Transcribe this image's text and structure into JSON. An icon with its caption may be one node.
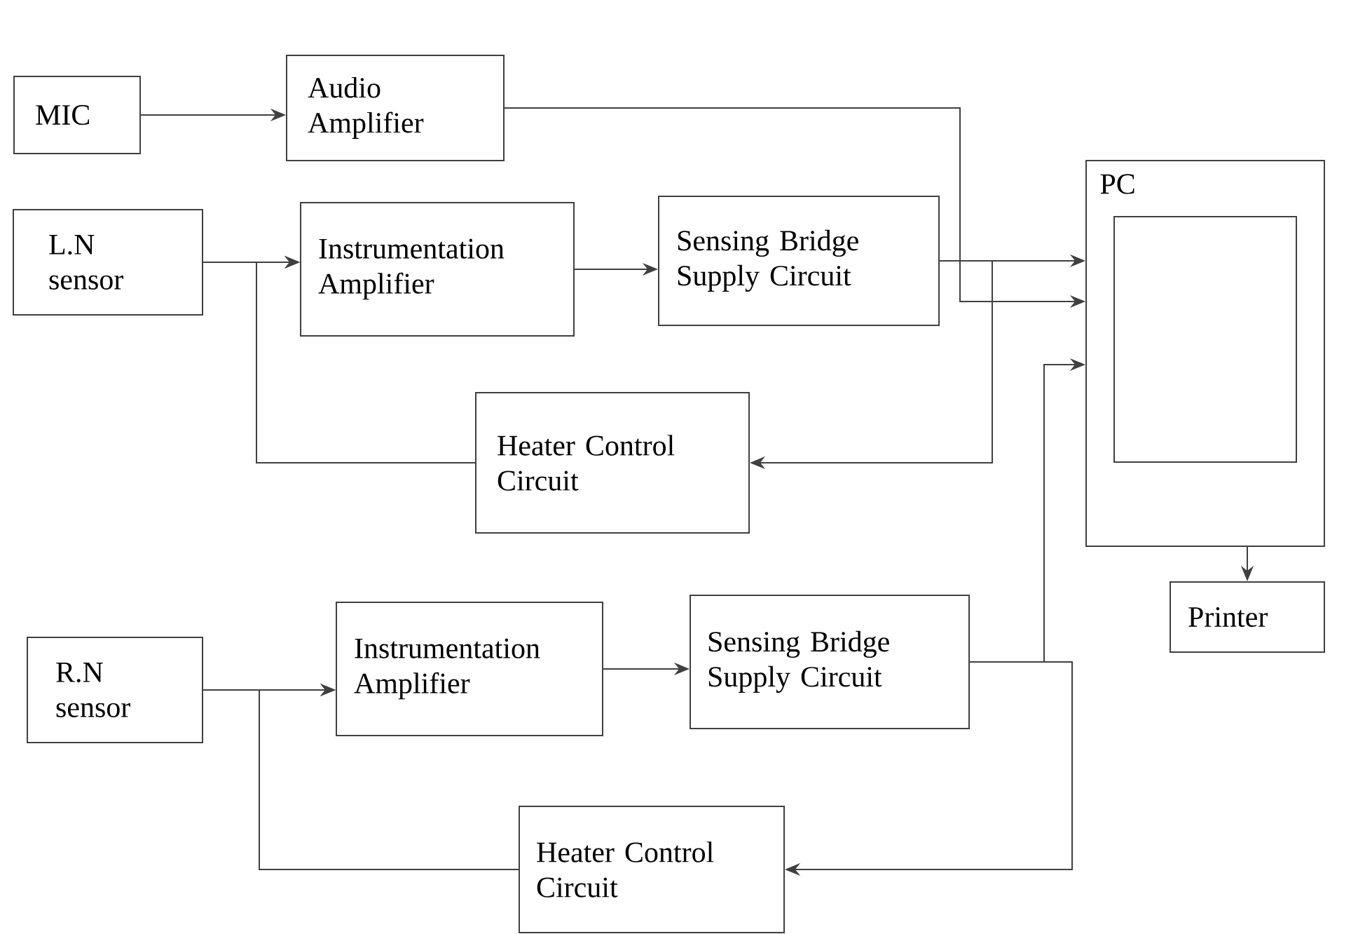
{
  "diagram": {
    "nodes": [
      {
        "text": [
          "MIC"
        ]
      },
      {
        "text": [
          "Audio Amplifier"
        ]
      },
      {
        "text": [
          "L.N sensor"
        ]
      },
      {
        "text": [
          "Instrumentation Amplifier"
        ]
      },
      {
        "text": [
          "Sensing Bridge Supply Circuit"
        ]
      },
      {
        "text": [
          "Heater Control Circuit"
        ]
      },
      {
        "text": [
          "PC"
        ]
      },
      {
        "text": [],
        "shape": "box",
        "in": 6
      },
      {
        "text": [
          "Printer"
        ]
      },
      {
        "text": [
          "R.N sensor"
        ]
      },
      {
        "text": [
          "Instrumentation Amplifier"
        ]
      },
      {
        "text": [
          "Sensing Bridge Supply Circuit"
        ]
      },
      {
        "text": [
          "Heater Control Circuit"
        ]
      }
    ],
    "edges": [
      {
        "from": 0,
        "to": 1,
        "arrow": "to"
      },
      {
        "from": 1,
        "to": 6,
        "arrow": "to"
      },
      {
        "from": 2,
        "to": 3,
        "arrow": "to"
      },
      {
        "from": 3,
        "to": 4,
        "arrow": "to"
      },
      {
        "from": 4,
        "to": 6,
        "arrow": "to"
      },
      {
        "from": 4,
        "to": 5,
        "arrow": "to"
      },
      {
        "from": 5,
        "to": 3,
        "arrow": "to"
      },
      {
        "from": 9,
        "to": 10,
        "arrow": "to"
      },
      {
        "from": 10,
        "to": 11,
        "arrow": "to"
      },
      {
        "from": 11,
        "to": 6,
        "arrow": "to"
      },
      {
        "from": 11,
        "to": 12,
        "arrow": "to"
      },
      {
        "from": 12,
        "to": 10,
        "arrow": "to"
      },
      {
        "from": 6,
        "to": 8,
        "arrow": "to"
      }
    ]
  }
}
